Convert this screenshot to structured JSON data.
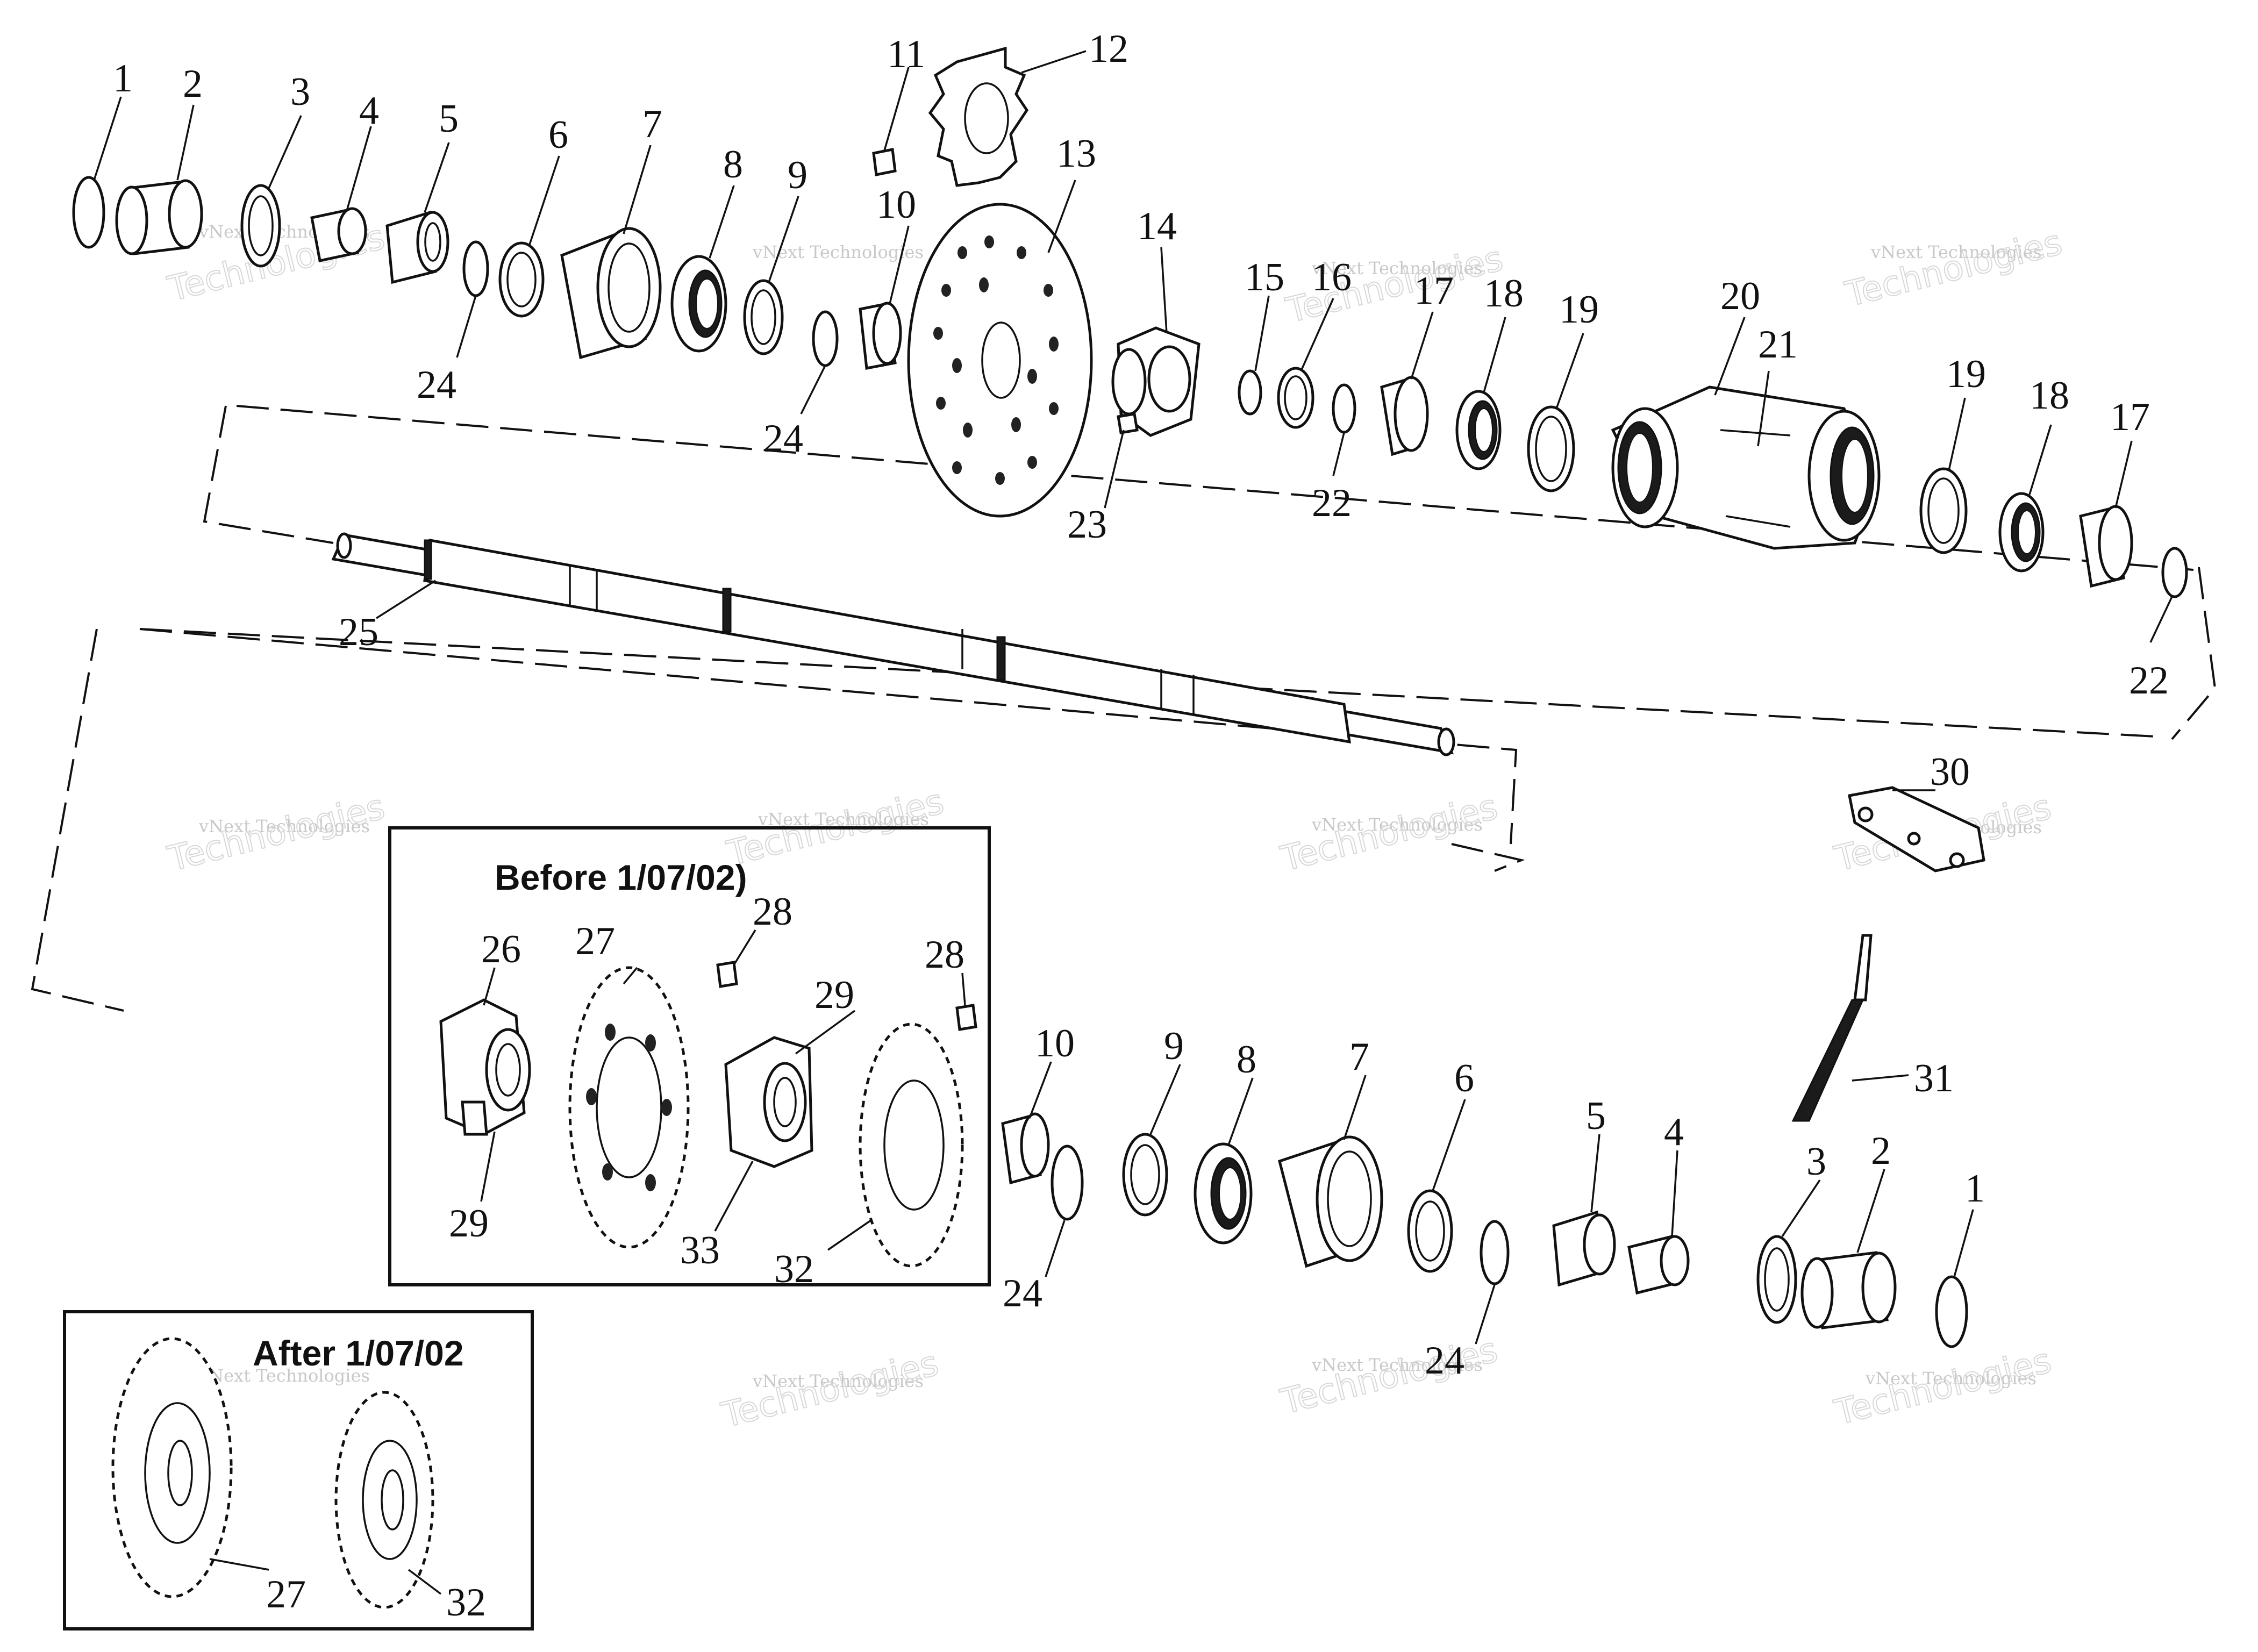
{
  "inset_before": {
    "title": "Before 1/07/02)"
  },
  "inset_after": {
    "title": "After 1/07/02"
  },
  "watermark": {
    "line1": "vNext Technologies",
    "line2": "Technologies"
  },
  "callouts": {
    "c1_top": "1",
    "c2_top": "2",
    "c3_top": "3",
    "c4_top": "4",
    "c5_top": "5",
    "c6_top": "6",
    "c7_top": "7",
    "c8_top": "8",
    "c9_top": "9",
    "c10_top": "10",
    "c11": "11",
    "c12": "12",
    "c13": "13",
    "c14": "14",
    "c15": "15",
    "c16": "16",
    "c17_a": "17",
    "c18_a": "18",
    "c19_a": "19",
    "c20": "20",
    "c21": "21",
    "c19_b": "19",
    "c18_b": "18",
    "c17_b": "17",
    "c22_a": "22",
    "c22_b": "22",
    "c23": "23",
    "c24_a": "24",
    "c24_b": "24",
    "c25": "25",
    "c30": "30",
    "c31": "31",
    "c26": "26",
    "c27_before": "27",
    "c28_a": "28",
    "c28_b": "28",
    "c29_a": "29",
    "c29_b": "29",
    "c33": "33",
    "c32_before": "32",
    "c10_bot": "10",
    "c9_bot": "9",
    "c8_bot": "8",
    "c7_bot": "7",
    "c6_bot": "6",
    "c5_bot": "5",
    "c4_bot": "4",
    "c3_bot": "3",
    "c2_bot": "2",
    "c1_bot": "1",
    "c24_c": "24",
    "c24_d": "24",
    "c27_after": "27",
    "c32_after": "32"
  }
}
